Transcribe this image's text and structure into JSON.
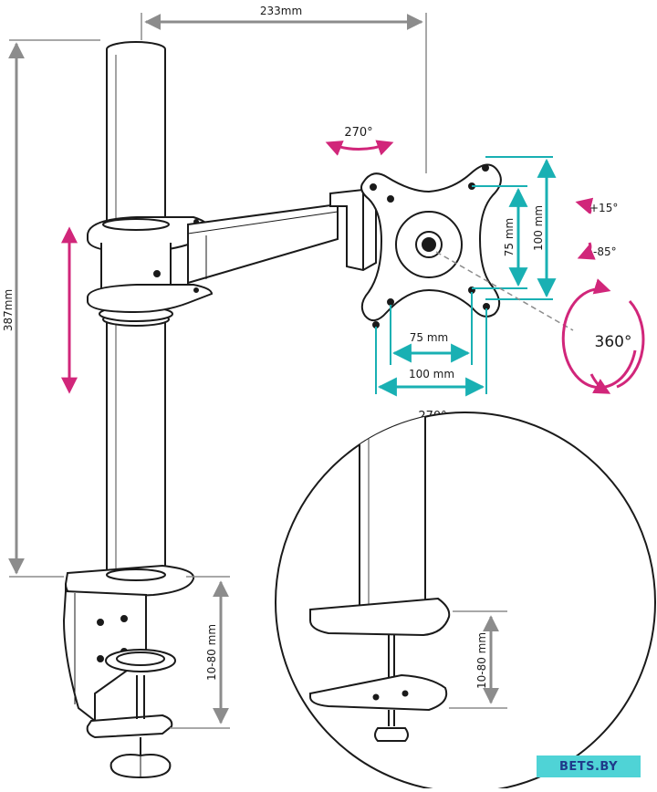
{
  "dimensions": {
    "arm_width": "233mm",
    "pole_height": "387mm",
    "vesa_v_75": "75 mm",
    "vesa_v_100": "100 mm",
    "vesa_h_75": "75 mm",
    "vesa_h_100": "100 mm",
    "clamp_range": "10-80 mm",
    "clamp_range_detail": "10-80 mm"
  },
  "rotations": {
    "swivel_top": "270°",
    "swivel_bottom": "270°",
    "tilt_up": "+15°",
    "tilt_down": "-85°",
    "rotate": "360°"
  },
  "watermark": "BETS.BY",
  "colors": {
    "line": "#1a1a1a",
    "teal": "#19b0b3",
    "magenta": "#d1267a",
    "grey_arrow": "#8c8c8c",
    "watermark_bg": "#4fd3d6",
    "watermark_text": "#1f3a8a"
  }
}
